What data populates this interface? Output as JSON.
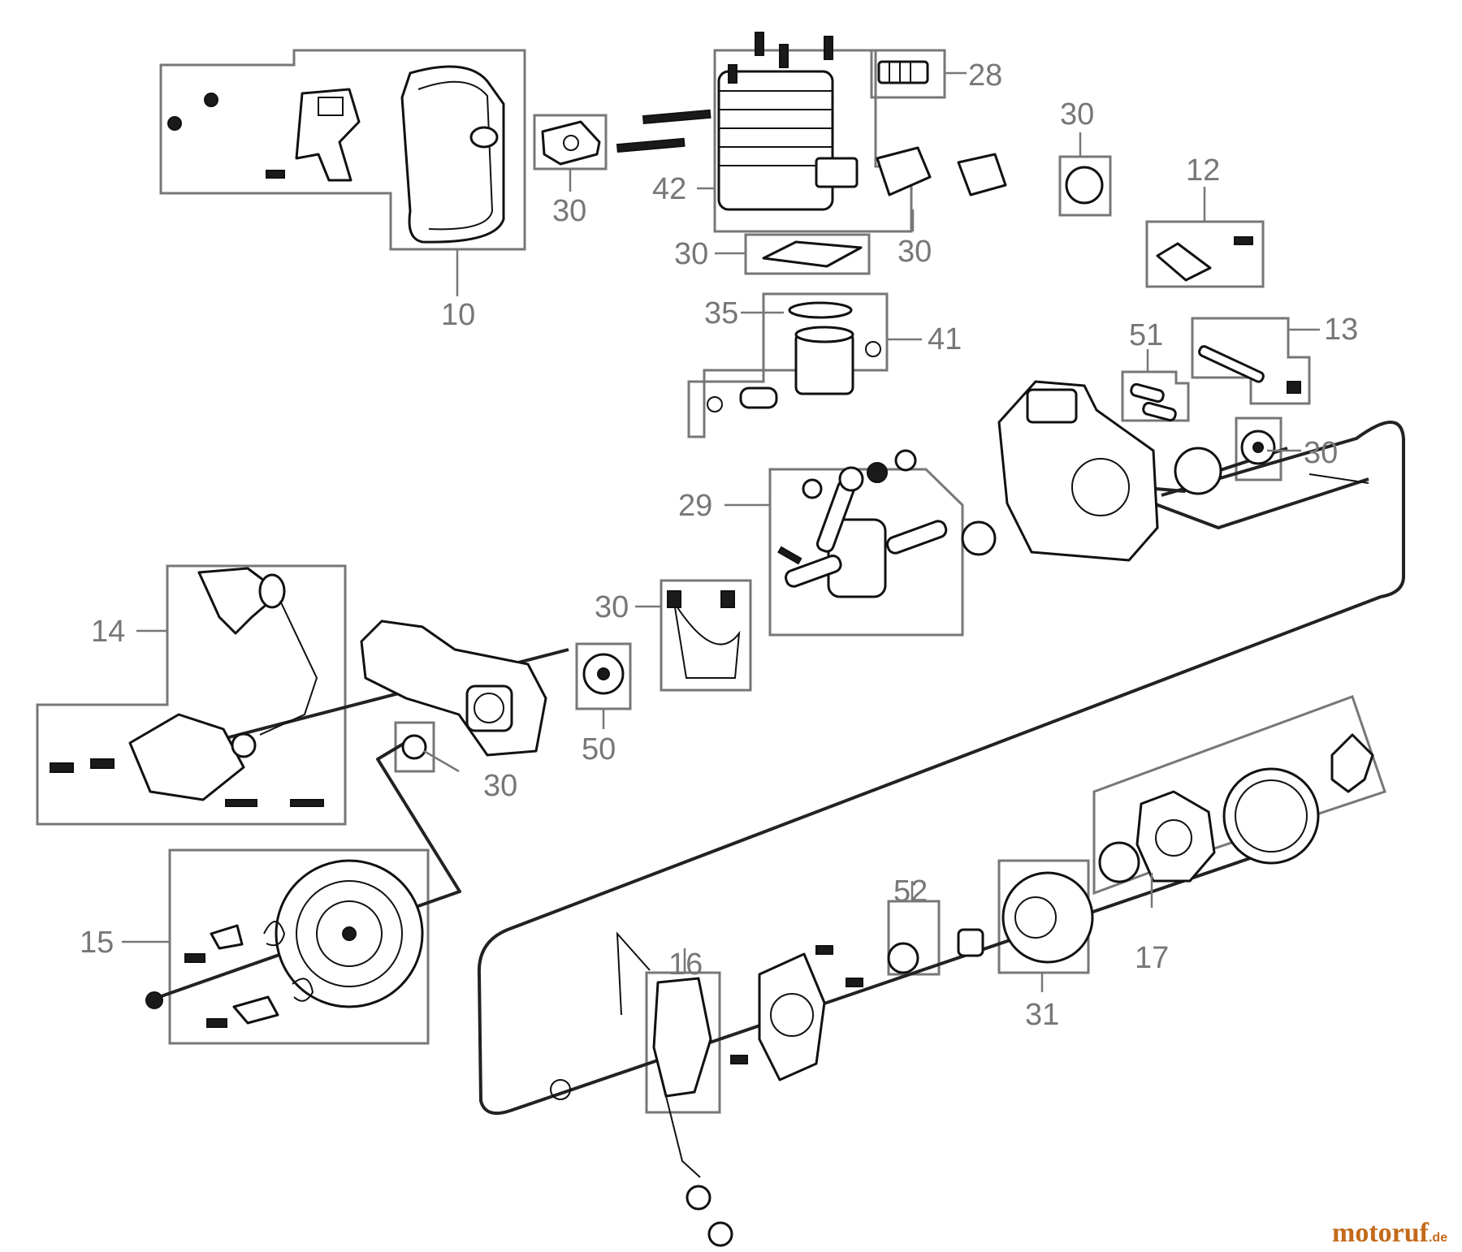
{
  "callouts": {
    "c10": "10",
    "c12": "12",
    "c13": "13",
    "c14": "14",
    "c15": "15",
    "c16": "16",
    "c17": "17",
    "c28": "28",
    "c29": "29",
    "c30": "30",
    "c31": "31",
    "c35": "35",
    "c41": "41",
    "c42": "42",
    "c50": "50",
    "c51": "51",
    "c52": "52"
  },
  "watermark": {
    "brand": "motoruf",
    "tld": ".de"
  },
  "colors": {
    "frame": "#777777",
    "label": "#777777",
    "part_outline": "#111111",
    "brand": "#c46a1a"
  }
}
